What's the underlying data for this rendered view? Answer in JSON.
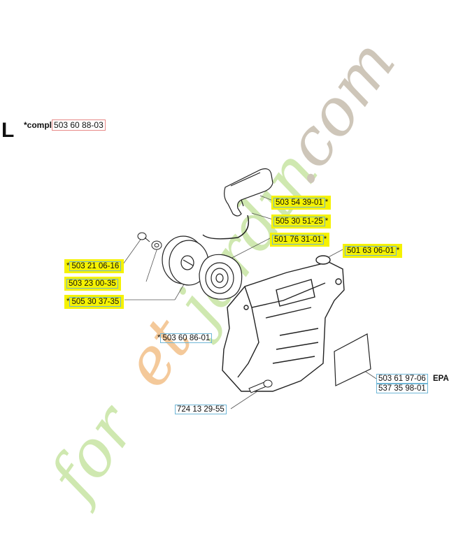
{
  "header": {
    "section_letter": "L",
    "compl_label": "*compl",
    "compl_number": "503 60 88-03"
  },
  "parts": [
    {
      "id": "p1",
      "number": "503 54 39-01",
      "suffix": "*",
      "highlighted": true
    },
    {
      "id": "p2",
      "number": "505 30 51-25",
      "suffix": "*",
      "highlighted": true
    },
    {
      "id": "p3",
      "number": "501 76 31-01",
      "suffix": "*",
      "highlighted": true
    },
    {
      "id": "p4",
      "number": "501 63 06-01",
      "suffix": "*",
      "highlighted": true
    },
    {
      "id": "p5",
      "number": "503 21 06-16",
      "prefix": "*",
      "highlighted": true
    },
    {
      "id": "p6",
      "number": "503 23 00-35",
      "highlighted": true
    },
    {
      "id": "p7",
      "number": "505 30 37-35",
      "prefix": "*",
      "highlighted": true
    },
    {
      "id": "p8",
      "number": "503 60 86-01",
      "prefix": "*",
      "highlighted": false
    },
    {
      "id": "p9",
      "number": "503 61 97-06",
      "suffix": " EPA",
      "highlighted": false
    },
    {
      "id": "p10",
      "number": "537 35 98-01",
      "highlighted": false
    },
    {
      "id": "p11",
      "number": "724 13 29-55",
      "highlighted": false
    }
  ],
  "watermark": {
    "text": "foretjardin.com",
    "color_green": "#c9e6a6",
    "color_orange": "#f4c38e",
    "color_gray": "#c9c1b4"
  }
}
